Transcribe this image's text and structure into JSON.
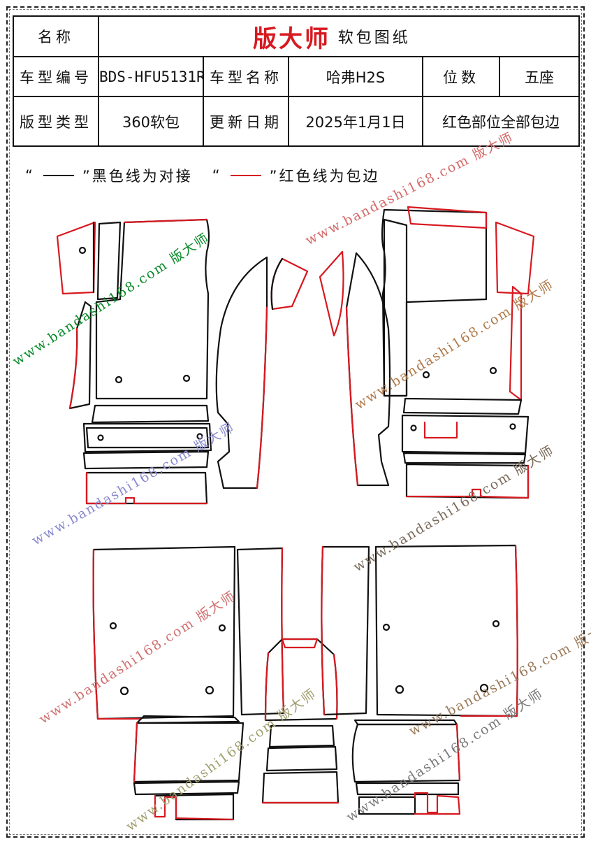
{
  "header": {
    "name_label": "名称",
    "brand": "版大师",
    "subtitle": "软包图纸",
    "model_code_label": "车型编号",
    "model_code": "BDS-HFU5131R",
    "model_name_label": "车型名称",
    "model_name": "哈弗H2S",
    "seats_label": "位数",
    "seats": "五座",
    "pattern_type_label": "版型类型",
    "pattern_type": "360软包",
    "update_date_label": "更新日期",
    "update_date": "2025年1月1日",
    "note": "红色部位全部包边"
  },
  "legend": {
    "black_prefix": "“",
    "black_suffix": "”黑色线为对接",
    "red_prefix": "“",
    "red_suffix": "”红色线为包边"
  },
  "watermarks": [
    {
      "text": "www.bandashi168.com 版大师",
      "color": "#0a8a2a"
    },
    {
      "text": "www.bandashi168.com 版大师",
      "color": "#d46a6a"
    },
    {
      "text": "www.bandashi168.com 版大师",
      "color": "#b07a4a"
    },
    {
      "text": "www.bandashi168.com 版大师",
      "color": "#8a8ad0"
    },
    {
      "text": "www.bandashi168.com 版大师",
      "color": "#7a6a5a"
    },
    {
      "text": "www.bandashi168.com 版大师",
      "color": "#d07070"
    },
    {
      "text": "www.bandashi168.com 版大师",
      "color": "#a0a070"
    },
    {
      "text": "www.bandashi168.com 版大师",
      "color": "#7a7a7a"
    },
    {
      "text": "www.bandashi168.com 版大师",
      "color": "#9a7a5a"
    }
  ],
  "colors": {
    "seam": "#111111",
    "binding": "#d71920"
  }
}
